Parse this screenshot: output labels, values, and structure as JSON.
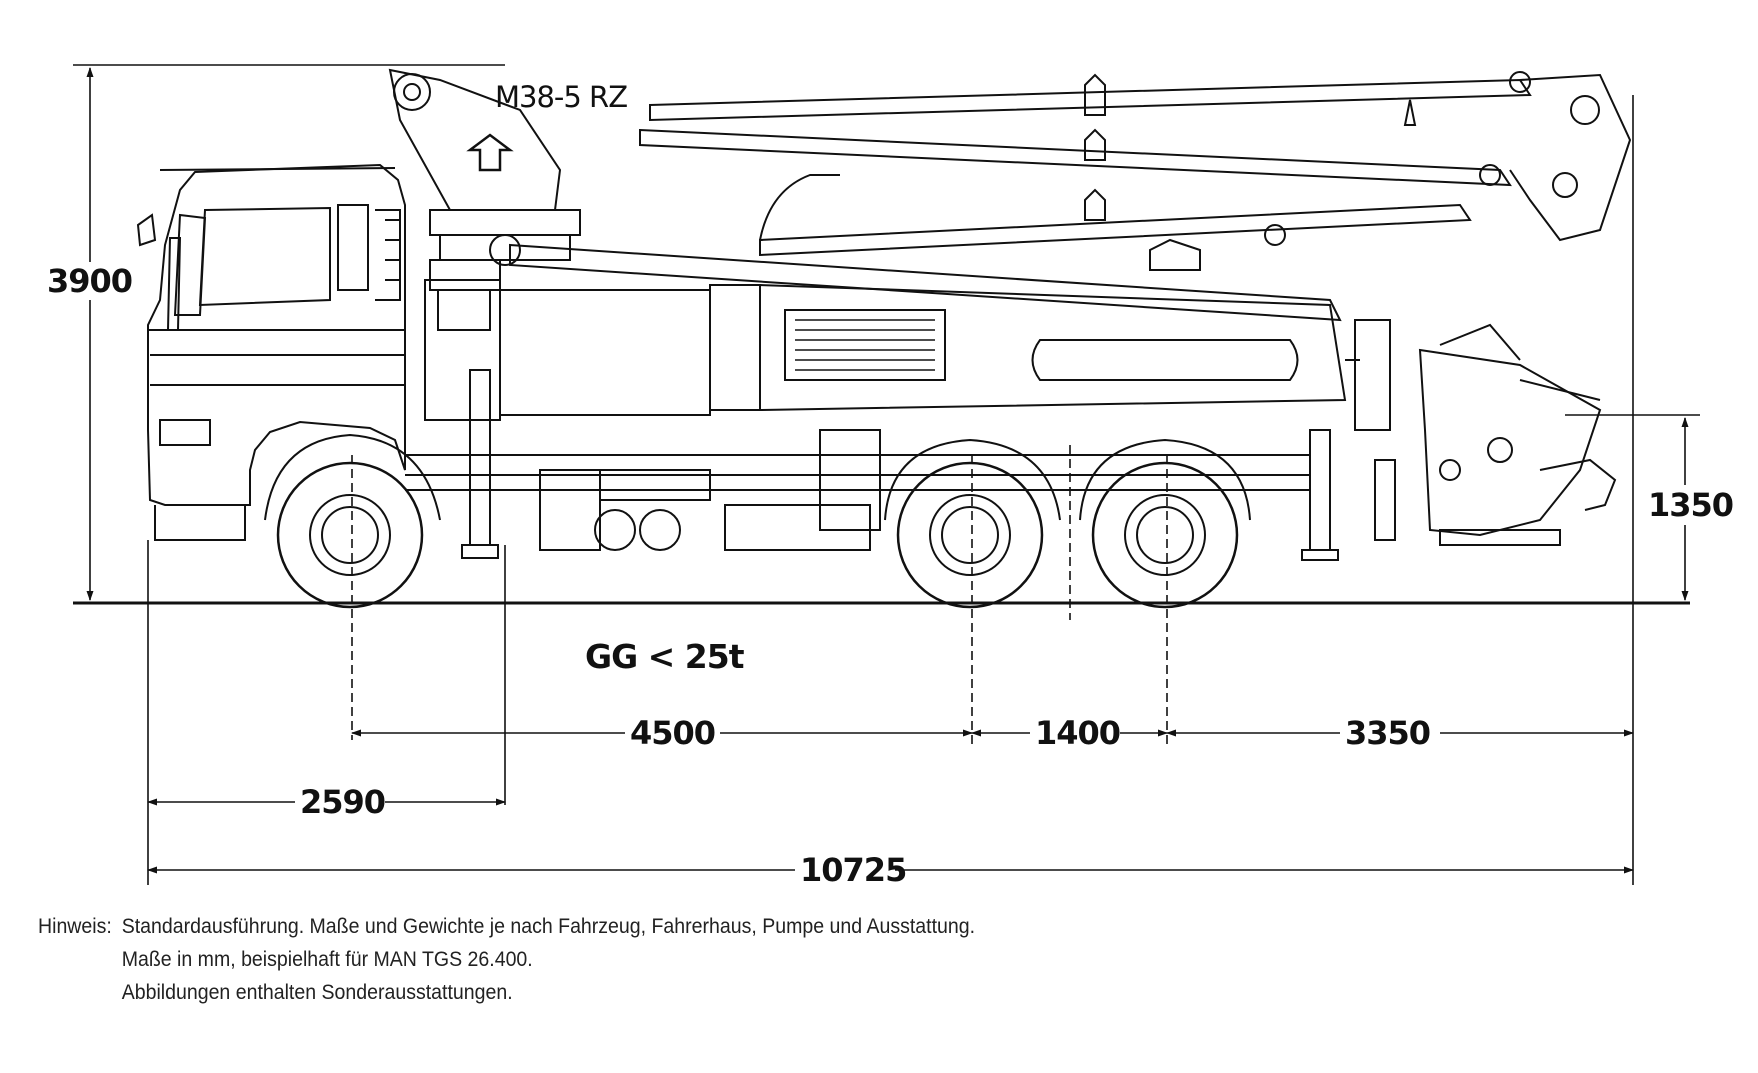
{
  "model": "M38-5 RZ",
  "weight_label": "GG < 25t",
  "dimensions": {
    "total_height": "3900",
    "rear_height": "1350",
    "wheelbase_front": "4500",
    "axle_spacing": "1400",
    "rear_overhang": "3350",
    "front_to_outrigger": "2590",
    "total_length": "10725"
  },
  "note": {
    "label": "Hinweis:",
    "line1": "Standardausführung. Maße und Gewichte je nach Fahrzeug, Fahrerhaus, Pumpe und Ausstattung.",
    "line2": "Maße in mm, beispielhaft für MAN TGS 26.400.",
    "line3": "Abbildungen enthalten Sonderausstattungen."
  }
}
